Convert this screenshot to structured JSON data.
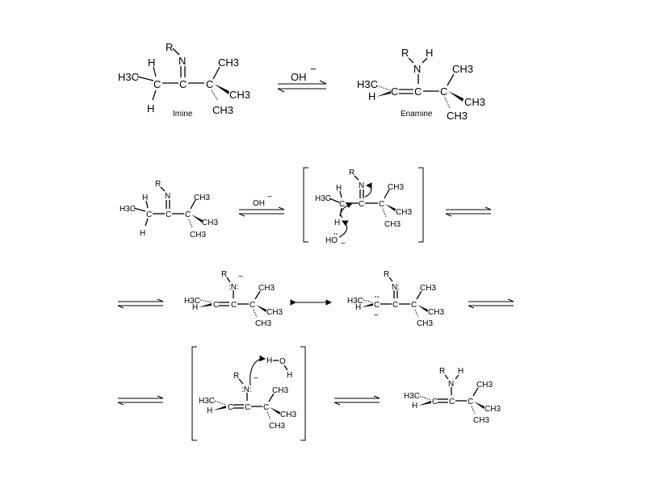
{
  "atoms": {
    "H3C": "H3C",
    "CH3": "CH3",
    "C": "C",
    "H": "H",
    "N": "N",
    "R": "R",
    "O": "O",
    "HO": "HO",
    "N_lp": ":N:",
    "N_lp2": "N:"
  },
  "reagent": {
    "hydroxide": "OH",
    "minus": "−"
  },
  "captions": {
    "imine": "Imine",
    "enamine": "Enamine"
  }
}
